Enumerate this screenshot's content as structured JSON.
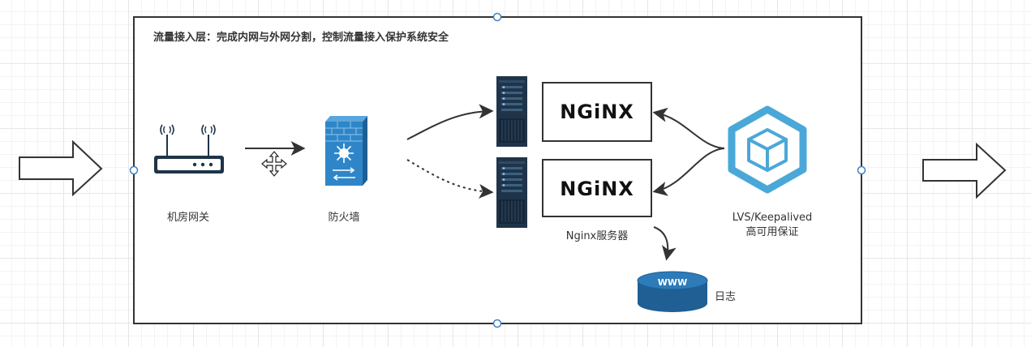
{
  "container": {
    "title": "流量接入层：完成内网与外网分割，控制流量接入保护系统安全"
  },
  "nodes": {
    "gateway": {
      "label": "机房网关",
      "icon": "router-icon"
    },
    "firewall": {
      "label": "防火墙",
      "icon": "firewall-icon"
    },
    "nginx_top": {
      "logo": "NGiNX",
      "icon": "server-rack-icon"
    },
    "nginx_bottom": {
      "logo": "NGiNX",
      "icon": "server-rack-icon"
    },
    "nginx_group": {
      "label": "Nginx服务器"
    },
    "lvs": {
      "label_line1": "LVS/Keepalived",
      "label_line2": "高可用保证",
      "icon": "cube-hexagon-icon"
    },
    "log": {
      "badge": "WWW",
      "label": "日志",
      "icon": "database-disk-icon"
    }
  },
  "colors": {
    "server_dark": "#1f3449",
    "firewall_blue": "#2e86c8",
    "lvs_blue": "#4aa8d8",
    "db_blue": "#1f5f94",
    "edge": "#333333"
  }
}
